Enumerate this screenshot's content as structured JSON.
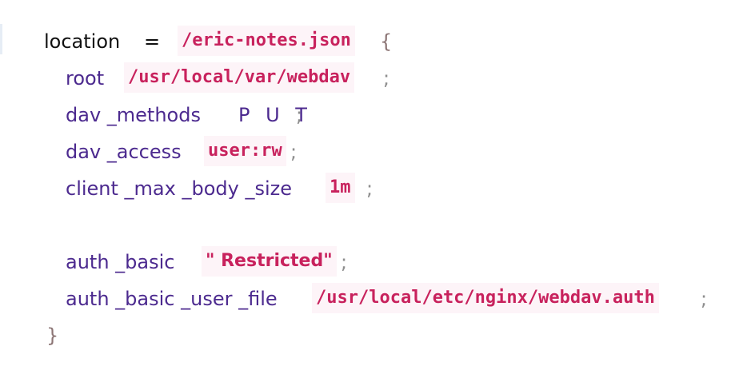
{
  "code": {
    "line1": {
      "keyword": "location",
      "operator": "=",
      "path": "/eric-notes.json",
      "open_brace": "{"
    },
    "line2": {
      "directive": "root",
      "value": "/usr/local/var/webdav",
      "semicolon": ";"
    },
    "line3": {
      "directive": "dav _methods",
      "value": "P U T",
      "semicolon": ";"
    },
    "line4": {
      "directive": "dav _access",
      "value": "user:rw",
      "semicolon": ";"
    },
    "line5": {
      "directive": "client _max _body _size",
      "value": "1m",
      "semicolon": ";"
    },
    "line6": {
      "directive": "auth _basic",
      "value": "\" Restricted\"",
      "semicolon": ";"
    },
    "line7": {
      "directive": "auth _basic _user _file",
      "value": "/usr/local/etc/nginx/webdav.auth",
      "semicolon": ";"
    },
    "line8": {
      "close_brace": "}"
    }
  }
}
